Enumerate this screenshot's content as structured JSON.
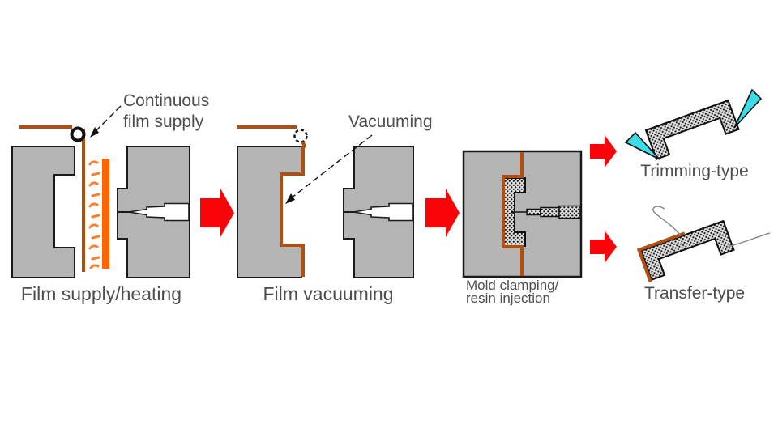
{
  "diagram": {
    "stage1": {
      "label": "Film supply/heating",
      "callout_line1": "Continuous",
      "callout_line2": "film supply"
    },
    "stage2": {
      "label": "Film vacuuming",
      "callout": "Vacuuming"
    },
    "stage3": {
      "label_line1": "Mold clamping/",
      "label_line2": "resin injection"
    },
    "outputs": {
      "trimming": {
        "label": "Trimming-type"
      },
      "transfer": {
        "label": "Transfer-type"
      }
    },
    "icons": {
      "flow_arrow": "right-block-arrow",
      "film_roll": "circle-roll",
      "heater": "orange-bar",
      "trim_blade": "cyan-knife"
    },
    "colors": {
      "mold_gray": "#b4b4b4",
      "film_brown": "#b04f10",
      "heater_orange": "#ff6400",
      "heat_marks_orange": "#ff7f2a",
      "arrow_red": "#f90408",
      "blade_cyan": "#3cdde8",
      "label_gray": "#4d4d4d"
    }
  }
}
